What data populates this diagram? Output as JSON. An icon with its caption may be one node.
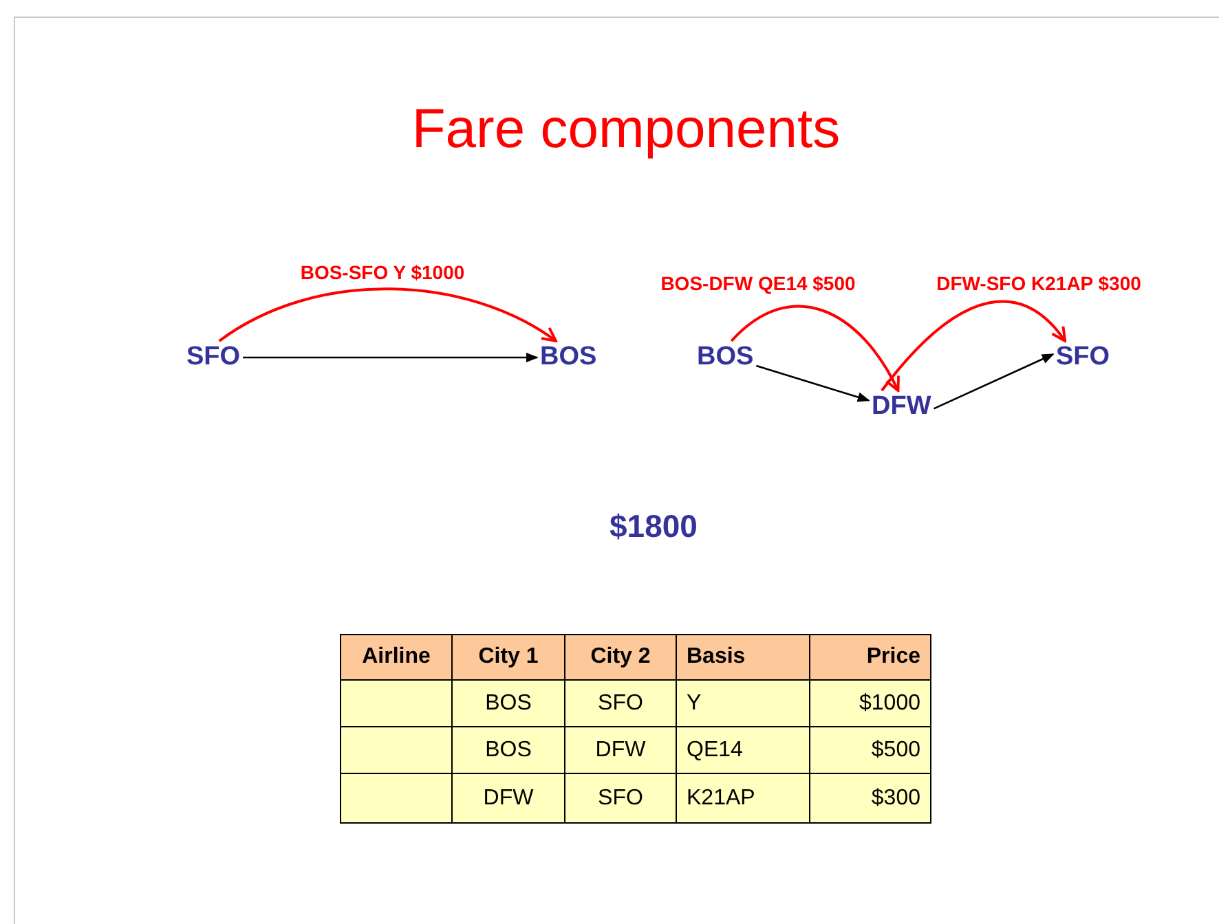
{
  "diagram": {
    "title": "Fare components",
    "nodes": [
      {
        "text": [
          "SFO"
        ]
      },
      {
        "text": [
          "BOS"
        ]
      },
      {
        "text": [
          "BOS"
        ]
      },
      {
        "text": [
          "DFW"
        ]
      },
      {
        "text": [
          "SFO"
        ]
      }
    ],
    "edges": [
      {
        "from": 0,
        "to": 1,
        "arrow": "to"
      },
      {
        "from": 0,
        "to": 1,
        "arrow": "to",
        "label": "BOS-SFO Y $1000",
        "color": "#ff0000"
      },
      {
        "from": 2,
        "to": 3,
        "arrow": "to"
      },
      {
        "from": 2,
        "to": 3,
        "arrow": "to",
        "label": "BOS-DFW QE14 $500",
        "color": "#ff0000"
      },
      {
        "from": 3,
        "to": 4,
        "arrow": "to"
      },
      {
        "from": 3,
        "to": 4,
        "arrow": "to",
        "label": "DFW-SFO K21AP $300",
        "color": "#ff0000"
      }
    ],
    "labels": [
      "$1800",
      "Airline",
      "City 1",
      "City 2",
      "Basis",
      "Price",
      "BOS",
      "SFO",
      "Y",
      "$1000",
      "BOS",
      "DFW",
      "QE14",
      "$500",
      "DFW",
      "SFO",
      "K21AP",
      "$300"
    ]
  }
}
